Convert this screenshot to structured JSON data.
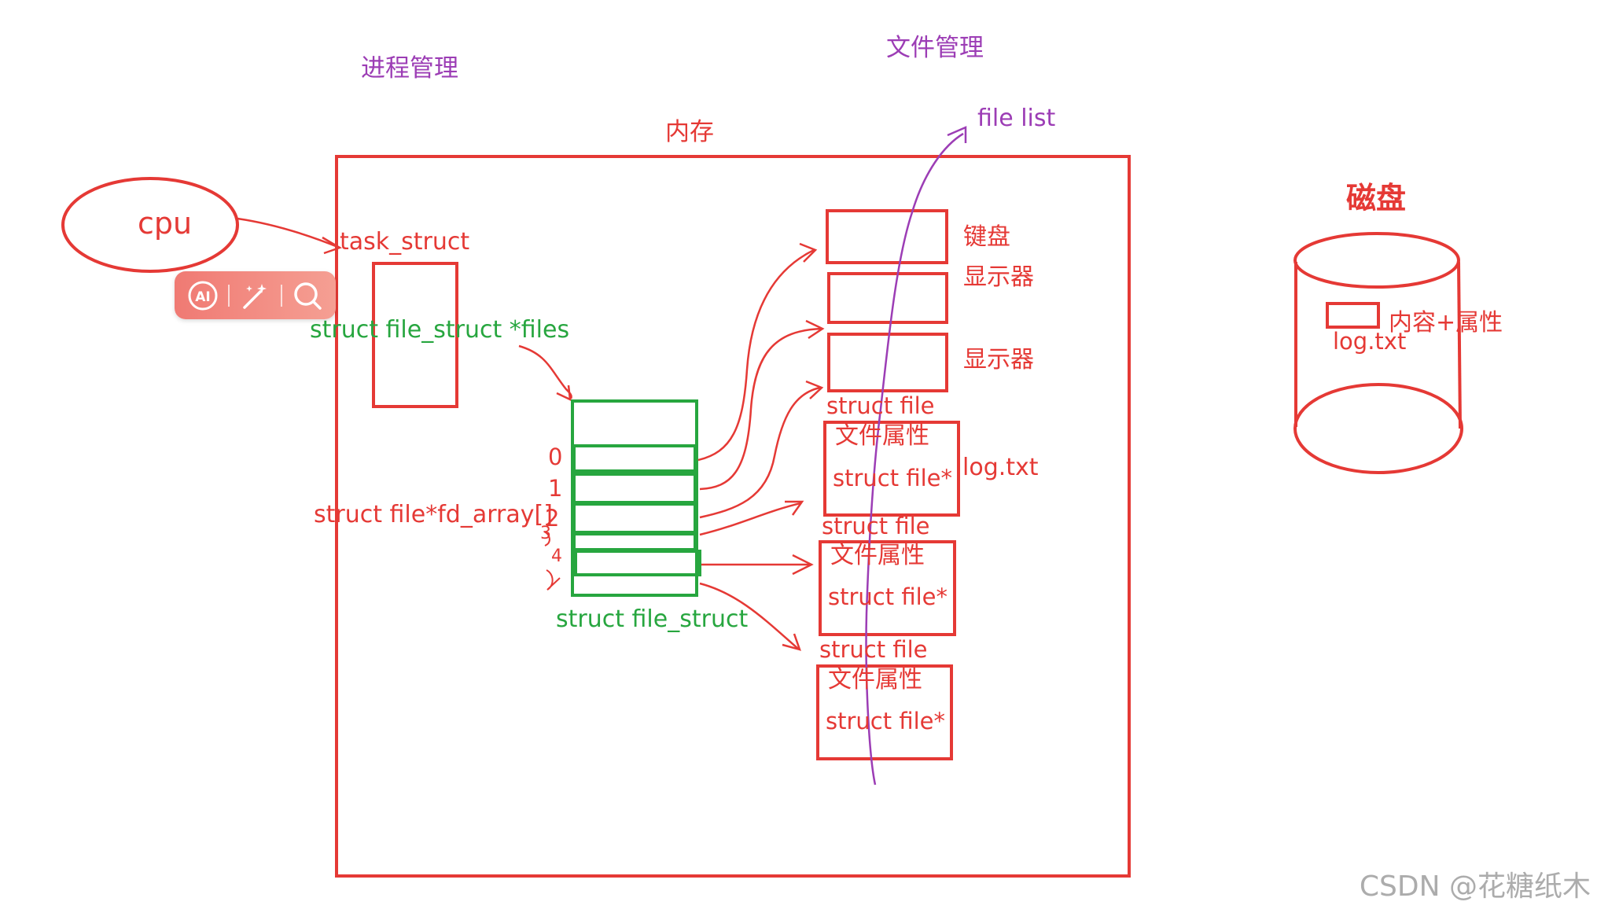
{
  "titles": {
    "process_mgmt": "进程管理",
    "file_mgmt": "文件管理",
    "memory": "内存",
    "disk": "磁盘"
  },
  "cpu": {
    "label": "cpu"
  },
  "task": {
    "label": "task_struct",
    "files_ptr": "struct file_struct *files"
  },
  "fd_table": {
    "array_label": "struct file*fd_array[]",
    "struct_label": "struct file_struct",
    "indices": [
      "0",
      "1",
      "2",
      "3",
      "4"
    ]
  },
  "file_list": {
    "label": "file list"
  },
  "devices": {
    "keyboard": "键盘",
    "display1": "显示器",
    "display2": "显示器"
  },
  "struct_files": [
    {
      "header": "struct file",
      "attr": "文件属性",
      "ptr": "struct file*",
      "side": "log.txt"
    },
    {
      "header": "struct file",
      "attr": "文件属性",
      "ptr": "struct file*"
    },
    {
      "header": "struct file",
      "attr": "文件属性",
      "ptr": "struct file*"
    }
  ],
  "disk": {
    "file_name": "log.txt",
    "content": "内容+属性"
  },
  "toolbar": {
    "icons": [
      "ai-icon",
      "magic-wand-icon",
      "search-icon"
    ]
  },
  "watermark": "CSDN @花糖纸木",
  "colors": {
    "red": "#e53935",
    "green": "#27a63f",
    "purple": "#9c3db5"
  }
}
